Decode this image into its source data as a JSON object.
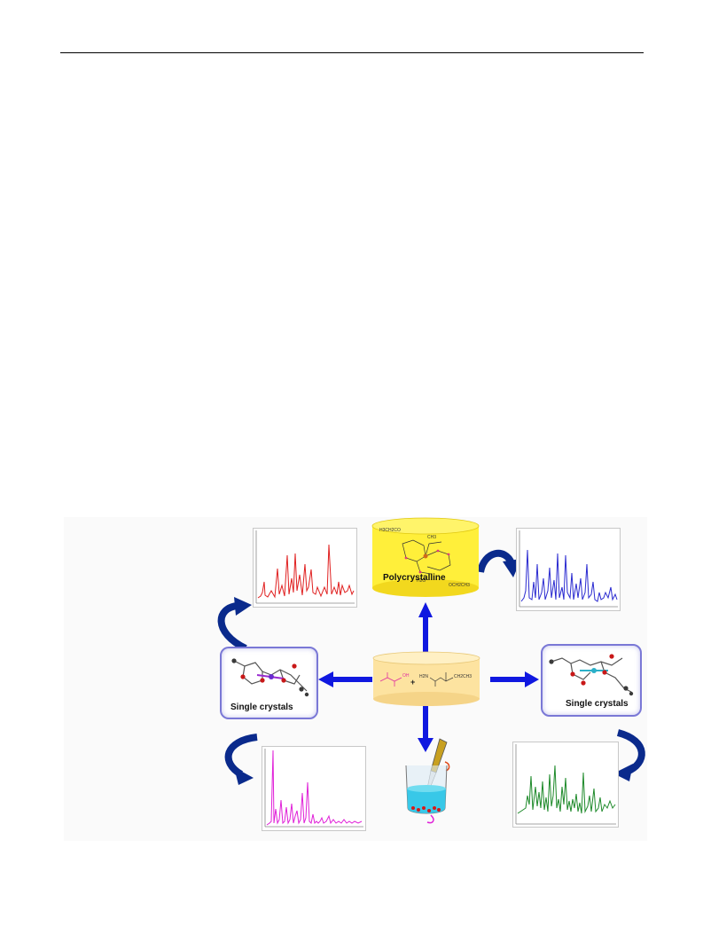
{
  "figure": {
    "labels": {
      "polycrystalline": "Polycrystalline",
      "single_crystals_left": "Single crystals",
      "single_crystals_right": "Single crystals"
    },
    "top_cylinder_formula": {
      "ester_top": "H3CH2CO",
      "ester_bottom": "OCH2CH3",
      "water": "H2O",
      "methyl": "CH3"
    },
    "reagents": {
      "hydrazine": "H2N",
      "ethyl": "CH2CH3",
      "plus": "+"
    },
    "colors": {
      "pattern_top_left": "#e02020",
      "pattern_top_right": "#2a2ad0",
      "pattern_bottom_left": "#e020d8",
      "pattern_bottom_right": "#1e8a2a",
      "arrow_blue": "#1018e0",
      "curved_arrow": "#0a2a8c",
      "cylinder_yellow": "#ffef3a",
      "cylinder_peach": "#fde3a0",
      "box_border": "#7a78d6"
    }
  }
}
